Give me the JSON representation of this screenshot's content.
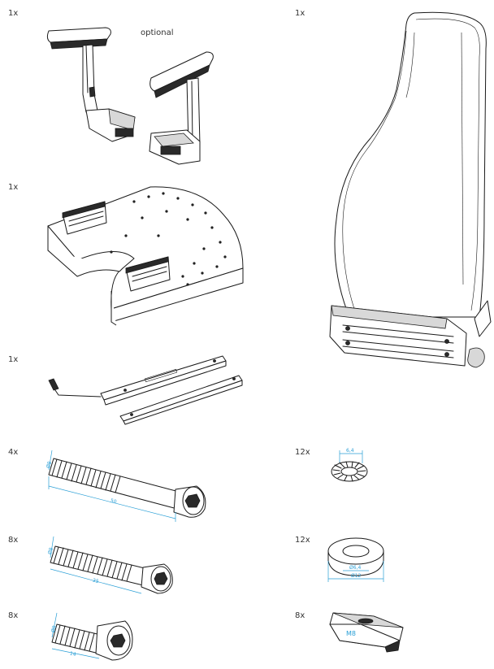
{
  "parts": [
    {
      "id": "armrests",
      "qty": "1x",
      "note": "optional",
      "icon": "armrest-pair-icon"
    },
    {
      "id": "seat-cushion",
      "qty": "1x",
      "icon": "seat-cushion-icon"
    },
    {
      "id": "seat-back",
      "qty": "1x",
      "icon": "seat-backrest-icon"
    },
    {
      "id": "slide-rails",
      "qty": "1x",
      "icon": "slide-rail-icon"
    },
    {
      "id": "bolt-50",
      "qty": "4x",
      "dims": {
        "dia": "Ø8",
        "length": "50"
      },
      "icon": "hex-socket-bolt-icon"
    },
    {
      "id": "washer-serrated",
      "qty": "12x",
      "dims": {
        "dia": "6,4"
      },
      "icon": "lock-washer-icon"
    },
    {
      "id": "bolt-35",
      "qty": "8x",
      "dims": {
        "dia": "Ø8",
        "length": "35"
      },
      "icon": "hex-socket-bolt-icon"
    },
    {
      "id": "washer-flat",
      "qty": "12x",
      "dims": {
        "inner": "Ø6,4",
        "outer": "Ø12"
      },
      "icon": "flat-washer-icon"
    },
    {
      "id": "bolt-14",
      "qty": "8x",
      "dims": {
        "dia": "Ø8",
        "length": "14"
      },
      "icon": "hex-socket-bolt-icon"
    },
    {
      "id": "t-nut",
      "qty": "8x",
      "dims": {
        "thread": "M8"
      },
      "icon": "t-slot-nut-icon"
    }
  ],
  "colors": {
    "line": "#1a1a1a",
    "dimension": "#2a9fd6",
    "background": "#ffffff"
  }
}
